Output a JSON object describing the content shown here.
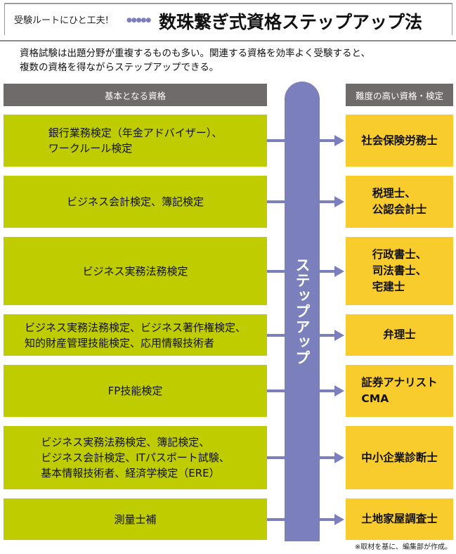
{
  "header": {
    "subtitle": "受験ルートにひと工夫!",
    "dots": "●●●●●",
    "title": "数珠繋ぎ式資格ステップアップ法"
  },
  "intro": [
    "資格試験は出題分野が重複するものも多い。関連する資格を効率よく受験すると、",
    "複数の資格を得ながらステップアップできる。"
  ],
  "columns": {
    "left": "基本となる資格",
    "right": "難度の高い資格・検定",
    "center": "ステップアップ"
  },
  "rows": [
    {
      "basic": [
        "銀行業務検定（年金アドバイザー）、",
        "ワークルール検定"
      ],
      "advanced": [
        "社会保険労務士"
      ]
    },
    {
      "basic": [
        "ビジネス会計検定、簿記検定"
      ],
      "advanced": [
        "税理士、",
        "公認会計士"
      ]
    },
    {
      "basic": [
        "ビジネス実務法務検定"
      ],
      "advanced": [
        "行政書士、",
        "司法書士、",
        "宅建士"
      ]
    },
    {
      "basic": [
        "ビジネス実務法務検定、ビジネス著作権検定、",
        "知的財産管理技能検定、応用情報技術者"
      ],
      "advanced": [
        "弁理士"
      ]
    },
    {
      "basic": [
        "FP技能検定"
      ],
      "advanced": [
        "証券アナリスト",
        "CMA"
      ]
    },
    {
      "basic": [
        "ビジネス実務法務検定、簿記検定、",
        "ビジネス会計検定、ITパスポート試験、",
        "基本情報技術者、経済学検定（ERE）"
      ],
      "advanced": [
        "中小企業診断士"
      ]
    },
    {
      "basic": [
        "測量士補"
      ],
      "advanced": [
        "土地家屋調査士"
      ]
    }
  ],
  "footnote": "※取材を基に、編集部が作成。",
  "colors": {
    "basic": "#bfcc00",
    "advanced": "#f8cc2c",
    "step": "#7b7fbb",
    "header": "#6f6b6b"
  }
}
